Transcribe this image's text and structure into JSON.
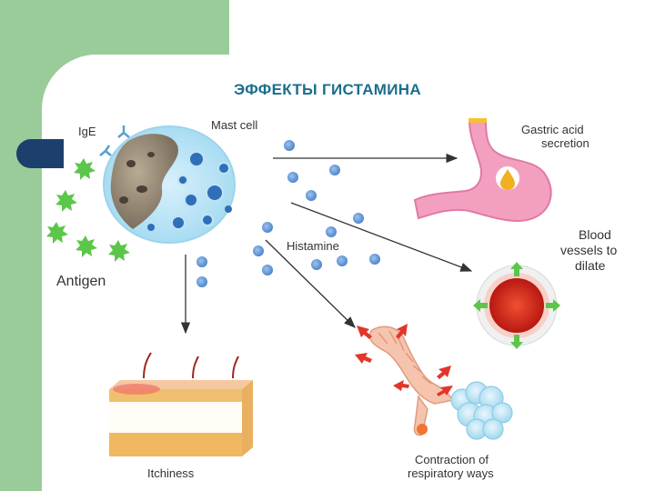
{
  "slide": {
    "title": "ЭФФЕКТЫ ГИСТАМИНА"
  },
  "diagram": {
    "labels": {
      "ige": "IgE",
      "mast_cell": "Mast cell",
      "antigen": "Antigen",
      "histamine": "Histamine",
      "gastric_line1": "Gastric acid",
      "gastric_line2": "secretion",
      "blood_line1": "Blood",
      "blood_line2": "vessels to",
      "blood_line3": "dilate",
      "itchiness": "Itchiness",
      "resp_line1": "Contraction of",
      "resp_line2": "respiratory ways"
    },
    "colors": {
      "background_green": "#99cc99",
      "title_teal": "#1b6e8c",
      "accent_navy": "#1c3f6e",
      "histamine_dot": "#6a9ad8",
      "antigen_green": "#5cc64a",
      "stomach_pink": "#f3a0c0",
      "vessel_red": "#d8261e",
      "skin_tan": "#e8b060"
    }
  }
}
